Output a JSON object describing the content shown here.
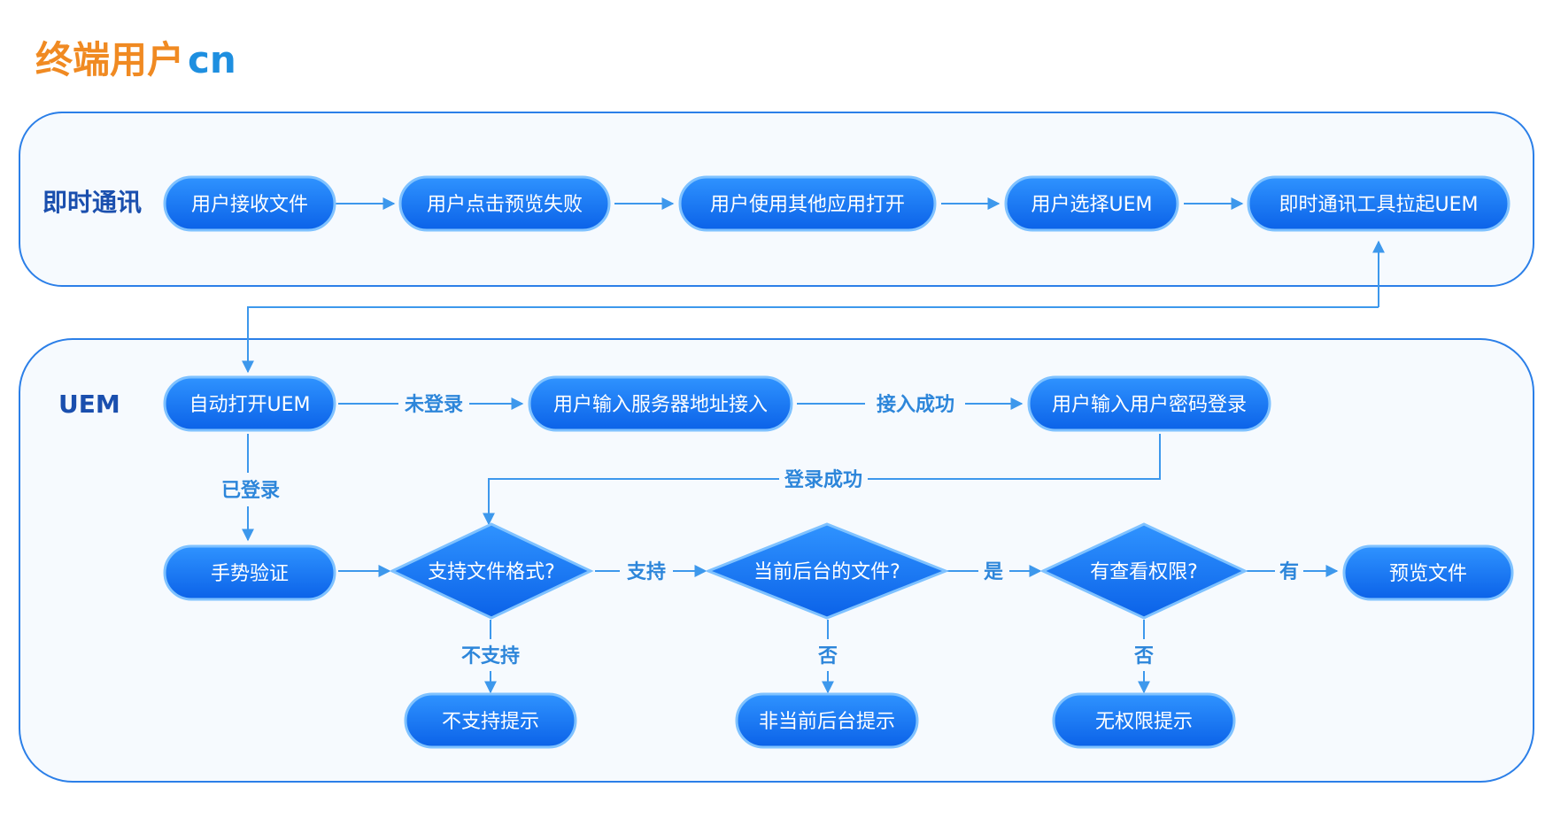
{
  "title": {
    "orange": "终端用户",
    "blue": "cn"
  },
  "colors": {
    "orange": "#F08A22",
    "blue_title": "#1E8FE0",
    "panel_stroke": "#2B7FE8",
    "panel_fill": "#F6FAFE",
    "node_fill_top": "#2F93FF",
    "node_fill_bottom": "#0B62E8",
    "node_glow": "#7FC2FF",
    "line": "#3D98EC",
    "edge_label": "#2D86DA",
    "lane_label": "#1A4FAE"
  },
  "lanes": {
    "im": "即时通讯",
    "uem": "UEM"
  },
  "nodes": {
    "n1": "用户接收文件",
    "n2": "用户点击预览失败",
    "n3": "用户使用其他应用打开",
    "n4": "用户选择UEM",
    "n5": "即时通讯工具拉起UEM",
    "u1": "自动打开UEM",
    "u2": "用户输入服务器地址接入",
    "u3": "用户输入用户密码登录",
    "u4": "手势验证",
    "d1": "支持文件格式?",
    "d2": "当前后台的文件?",
    "d3": "有查看权限?",
    "u5": "预览文件",
    "r1": "不支持提示",
    "r2": "非当前后台提示",
    "r3": "无权限提示"
  },
  "edge_labels": {
    "not_logged_in": "未登录",
    "connected": "接入成功",
    "logged_in": "已登录",
    "login_success": "登录成功",
    "supported": "支持",
    "yes": "是",
    "has": "有",
    "unsupported": "不支持",
    "no1": "否",
    "no2": "否"
  }
}
